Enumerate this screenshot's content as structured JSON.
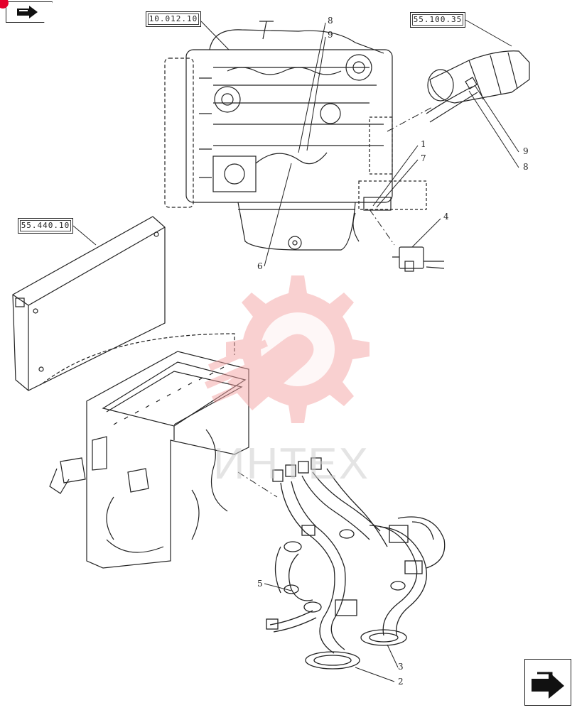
{
  "nav": {
    "top_left_icon": "arrow-right-icon",
    "bottom_right_icon": "arrow-next-icon",
    "corner_dot_color": "#e4002b"
  },
  "references": {
    "engine": "10.012.10",
    "starter": "55.100.35",
    "controller": "55.440.10"
  },
  "callouts": {
    "c1": "1",
    "c2": "2",
    "c3": "3",
    "c4": "4",
    "c5": "5",
    "c6": "6",
    "c7": "7",
    "c8a": "8",
    "c8b": "8",
    "c9a": "9",
    "c9b": "9"
  },
  "watermark": {
    "text": "ИНТЕХ",
    "color": "#f4a3a3",
    "logo_icon": "gear-wrench-icon"
  }
}
